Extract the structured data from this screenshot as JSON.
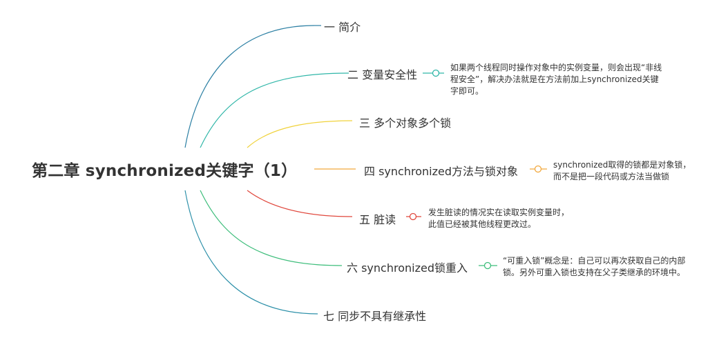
{
  "root": {
    "title": "第二章 synchronized关键字（1）"
  },
  "branches": [
    {
      "label": "一  简介",
      "color": "#2b7fa3"
    },
    {
      "label": "二 变量安全性",
      "color": "#2fb6a8",
      "note": "如果两个线程同时操作对象中的实例变量，则会出现“非线程安全”，解决办法就是在方法前加上synchronized关键字即可。"
    },
    {
      "label": "三 多个对象多个锁",
      "color": "#f0d23a"
    },
    {
      "label": "四 synchronized方法与锁对象",
      "color": "#f2a73b",
      "note": "synchronized取得的锁都是对象锁，而不是把一段代码或方法当做锁"
    },
    {
      "label": "五 脏读",
      "color": "#e0463b",
      "note": "发生脏读的情况实在读取实例变量时，此值已经被其他线程更改过。"
    },
    {
      "label": "六 synchronized锁重入",
      "color": "#3cbd7a",
      "note": "“可重入锁”概念是：自己可以再次获取自己的内部锁。另外可重入锁也支持在父子类继承的环境中。"
    },
    {
      "label": "七 同步不具有继承性",
      "color": "#2b8fa8"
    }
  ]
}
